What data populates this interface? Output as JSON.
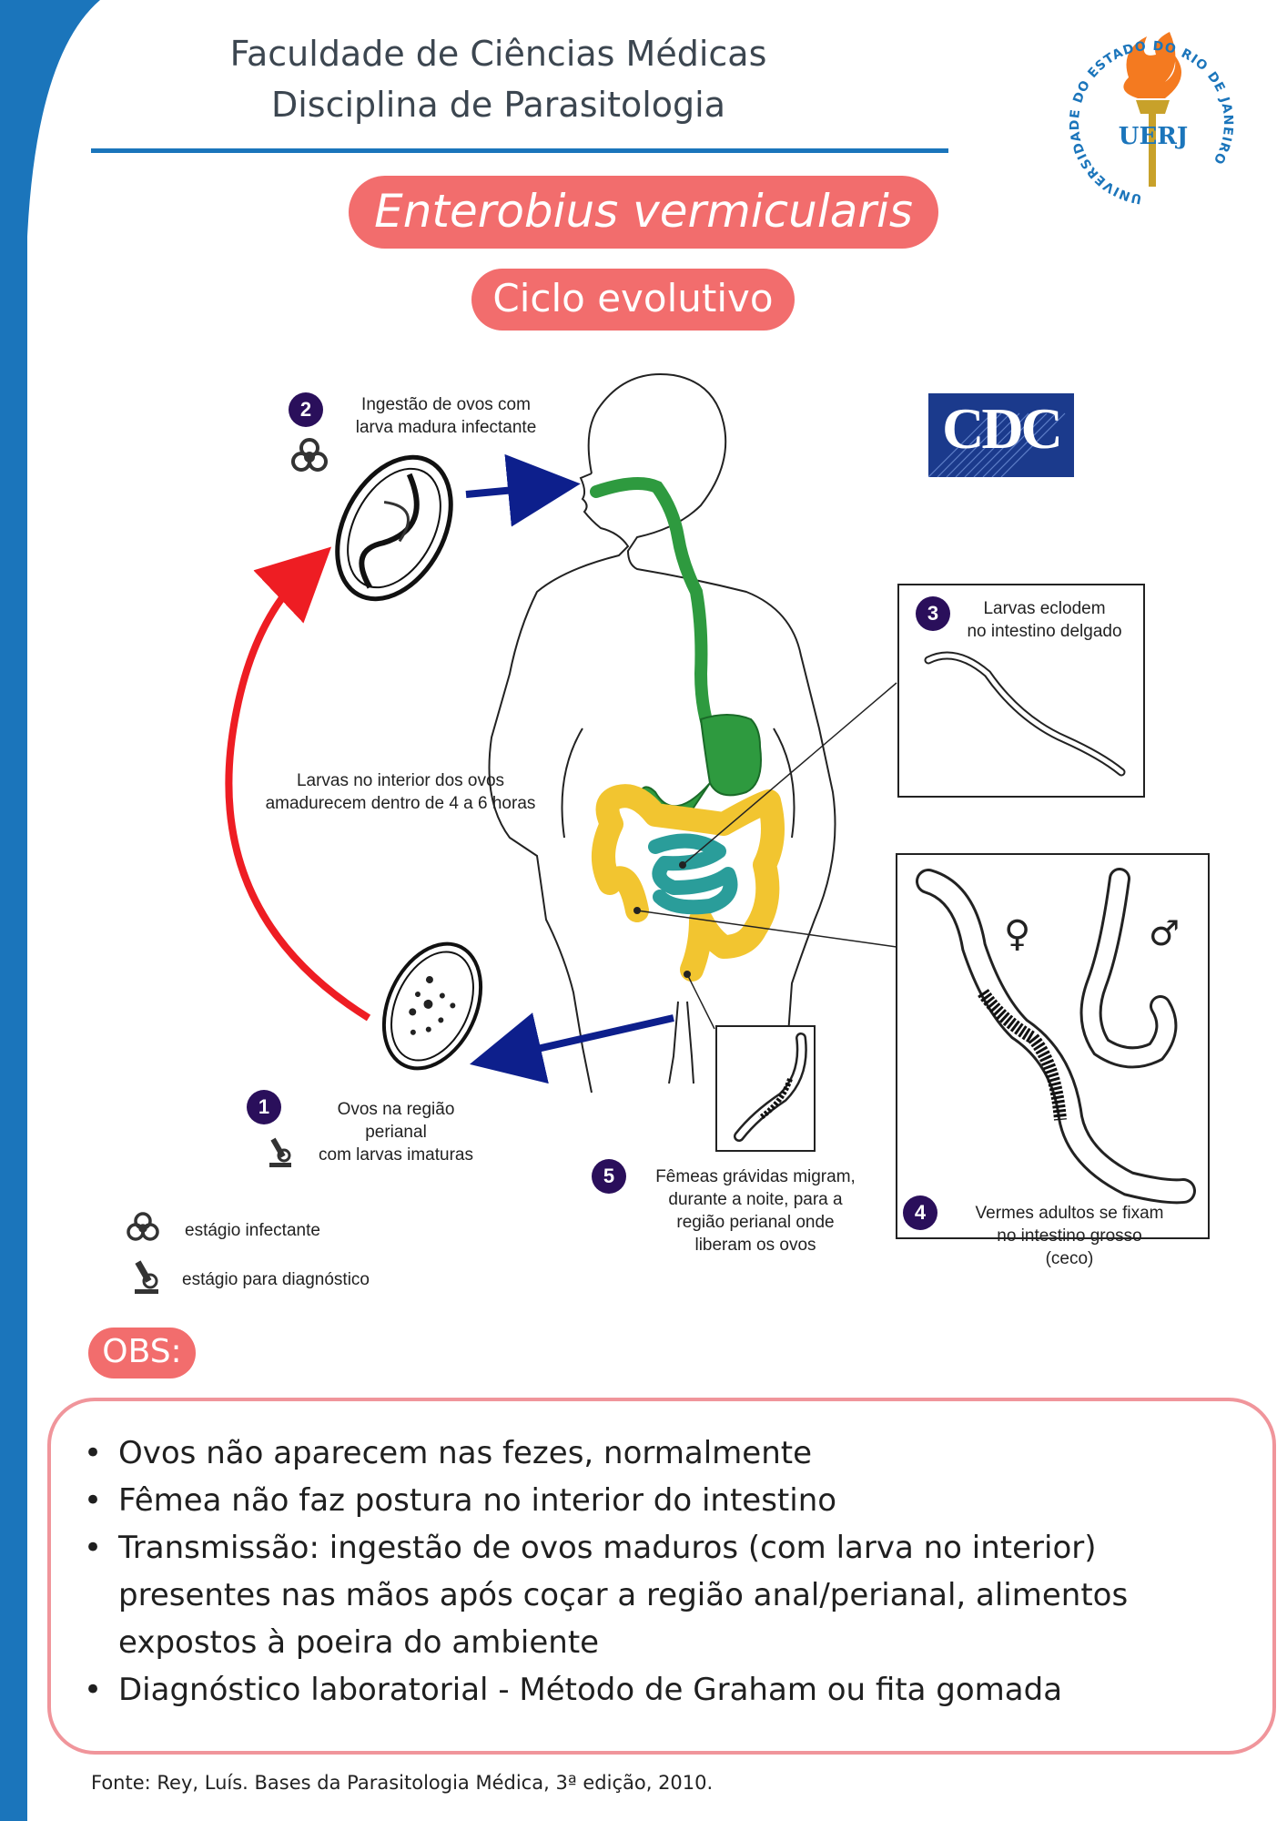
{
  "header": {
    "line1": "Faculdade de Ciências Médicas",
    "line2": "Disciplina de Parasitologia"
  },
  "logo": {
    "abbr": "UERJ",
    "ring_text": "UNIVERSIDADE DO ESTADO DO RIO DE JANEIRO",
    "icon": "torch-icon"
  },
  "title": "Enterobius vermicularis",
  "subtitle": "Ciclo evolutivo",
  "cdc_logo": "CDC",
  "colors": {
    "blue_sidebar": "#1b75bb",
    "pill": "#f26d6d",
    "obs_border": "#f0959b",
    "step_badge": "#2a0f5b",
    "esophagus_stomach": "#2e9a3f",
    "small_intestine": "#2a9d9a",
    "large_intestine": "#f2c530",
    "arrow_blue": "#0d1f8c",
    "arrow_red": "#ee1d23"
  },
  "steps": [
    {
      "n": "1",
      "lines": [
        "Ovos na região",
        "perianal",
        "com larvas imaturas"
      ]
    },
    {
      "n": "2",
      "lines": [
        "Ingestão de ovos com",
        "larva madura infectante"
      ]
    },
    {
      "n": "3",
      "lines": [
        "Larvas eclodem",
        "no intestino delgado"
      ]
    },
    {
      "n": "4",
      "lines": [
        "Vermes adultos se fixam",
        "no intestino grosso",
        "(ceco)"
      ]
    },
    {
      "n": "5",
      "lines": [
        "Fêmeas grávidas migram,",
        "durante a noite, para a",
        "região perianal onde",
        "liberam os ovos"
      ]
    }
  ],
  "maturation": [
    "Larvas no interior dos ovos",
    "amadurecem dentro de 4 a 6 horas"
  ],
  "symbols": {
    "female": "♀",
    "male": "♂"
  },
  "legend": [
    {
      "icon": "biohazard-icon",
      "label": "estágio infectante"
    },
    {
      "icon": "microscope-icon",
      "label": "estágio para diagnóstico"
    }
  ],
  "obs": {
    "label": "OBS:",
    "items": [
      "Ovos não aparecem nas fezes, normalmente",
      "Fêmea não faz postura no interior do intestino",
      "Transmissão: ingestão de ovos maduros (com larva no interior) presentes nas mãos após coçar a região anal/perianal, alimentos expostos à poeira do ambiente",
      "Diagnóstico laboratorial - Método de Graham ou fita gomada"
    ]
  },
  "source": "Fonte: Rey, Luís. Bases da Parasitologia Médica, 3ª edição, 2010."
}
